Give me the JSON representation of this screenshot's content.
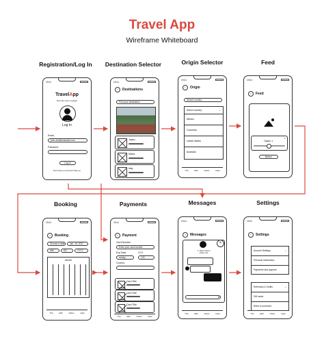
{
  "title": "Travel App",
  "subtitle": "Wireframe Whiteboard",
  "colors": {
    "accent": "#d94a3f",
    "stroke": "#333333"
  },
  "status_time": "19:41",
  "screens": {
    "login": {
      "label": "Registration/Log In",
      "logo_text": "Travel",
      "logo_suffix": "pp",
      "tagline": "Give life some escape!",
      "heading": "Log In",
      "email_label": "Email",
      "email_value": "john.doe@example.com",
      "password_label": "Password",
      "button": "Log In",
      "footer": "Don't have an account? Sign up"
    },
    "destination": {
      "label": "Destination Selector",
      "header": "Destinations",
      "search_placeholder": "Find your destination",
      "items": [
        "Japan",
        "Miami",
        "Italy"
      ]
    },
    "origin": {
      "label": "Origin Selector",
      "header": "Origin",
      "search_placeholder": "Search country",
      "select_label": "Select country",
      "options": [
        "Mexico",
        "Colombia",
        "United States",
        "Australia"
      ],
      "tabs": [
        "Trip",
        "Edit",
        "Notes",
        "Help"
      ]
    },
    "feed": {
      "label": "Feed",
      "header": "Feed",
      "option_label": "Option 1",
      "button": "Button"
    },
    "booking": {
      "label": "Booking",
      "header": "Booking",
      "date_label": "Choose a date",
      "date_value": "Jan. 15, 2021",
      "month": "Month",
      "selects": [
        "MM",
        "DD",
        "YYYY"
      ],
      "tabs": [
        "Trip",
        "Edit",
        "Notes",
        "Help"
      ]
    },
    "payments": {
      "label": "Payments",
      "header": "Payment",
      "card_number_label": "Card Number",
      "card_number_placeholder": "Enter your card number",
      "exp_label": "Exp Date",
      "exp_value": "mm/yy",
      "cvv_label": "CCV",
      "cvv_value": "123",
      "country_label": "Country",
      "cards": [
        "Card Title",
        "Card Title",
        "Card Title"
      ],
      "tabs": [
        "Trip",
        "Edit",
        "Notes",
        "Help"
      ]
    },
    "messages": {
      "label": "Messages",
      "header": "Messages",
      "contact_name": "J. Stam Name",
      "contact_sub": "Active now",
      "tabs": [
        "Trip",
        "Edit",
        "Notes",
        "Help"
      ]
    },
    "settings": {
      "label": "Settings",
      "header": "Settings",
      "items": [
        "Account Settings",
        "Personal Information",
        "Payments and payouts",
        "Referrals & Credits",
        "Gift cards",
        "Refer to someone"
      ],
      "tabs": [
        "Trip",
        "Edit",
        "Notes",
        "Help"
      ]
    }
  }
}
